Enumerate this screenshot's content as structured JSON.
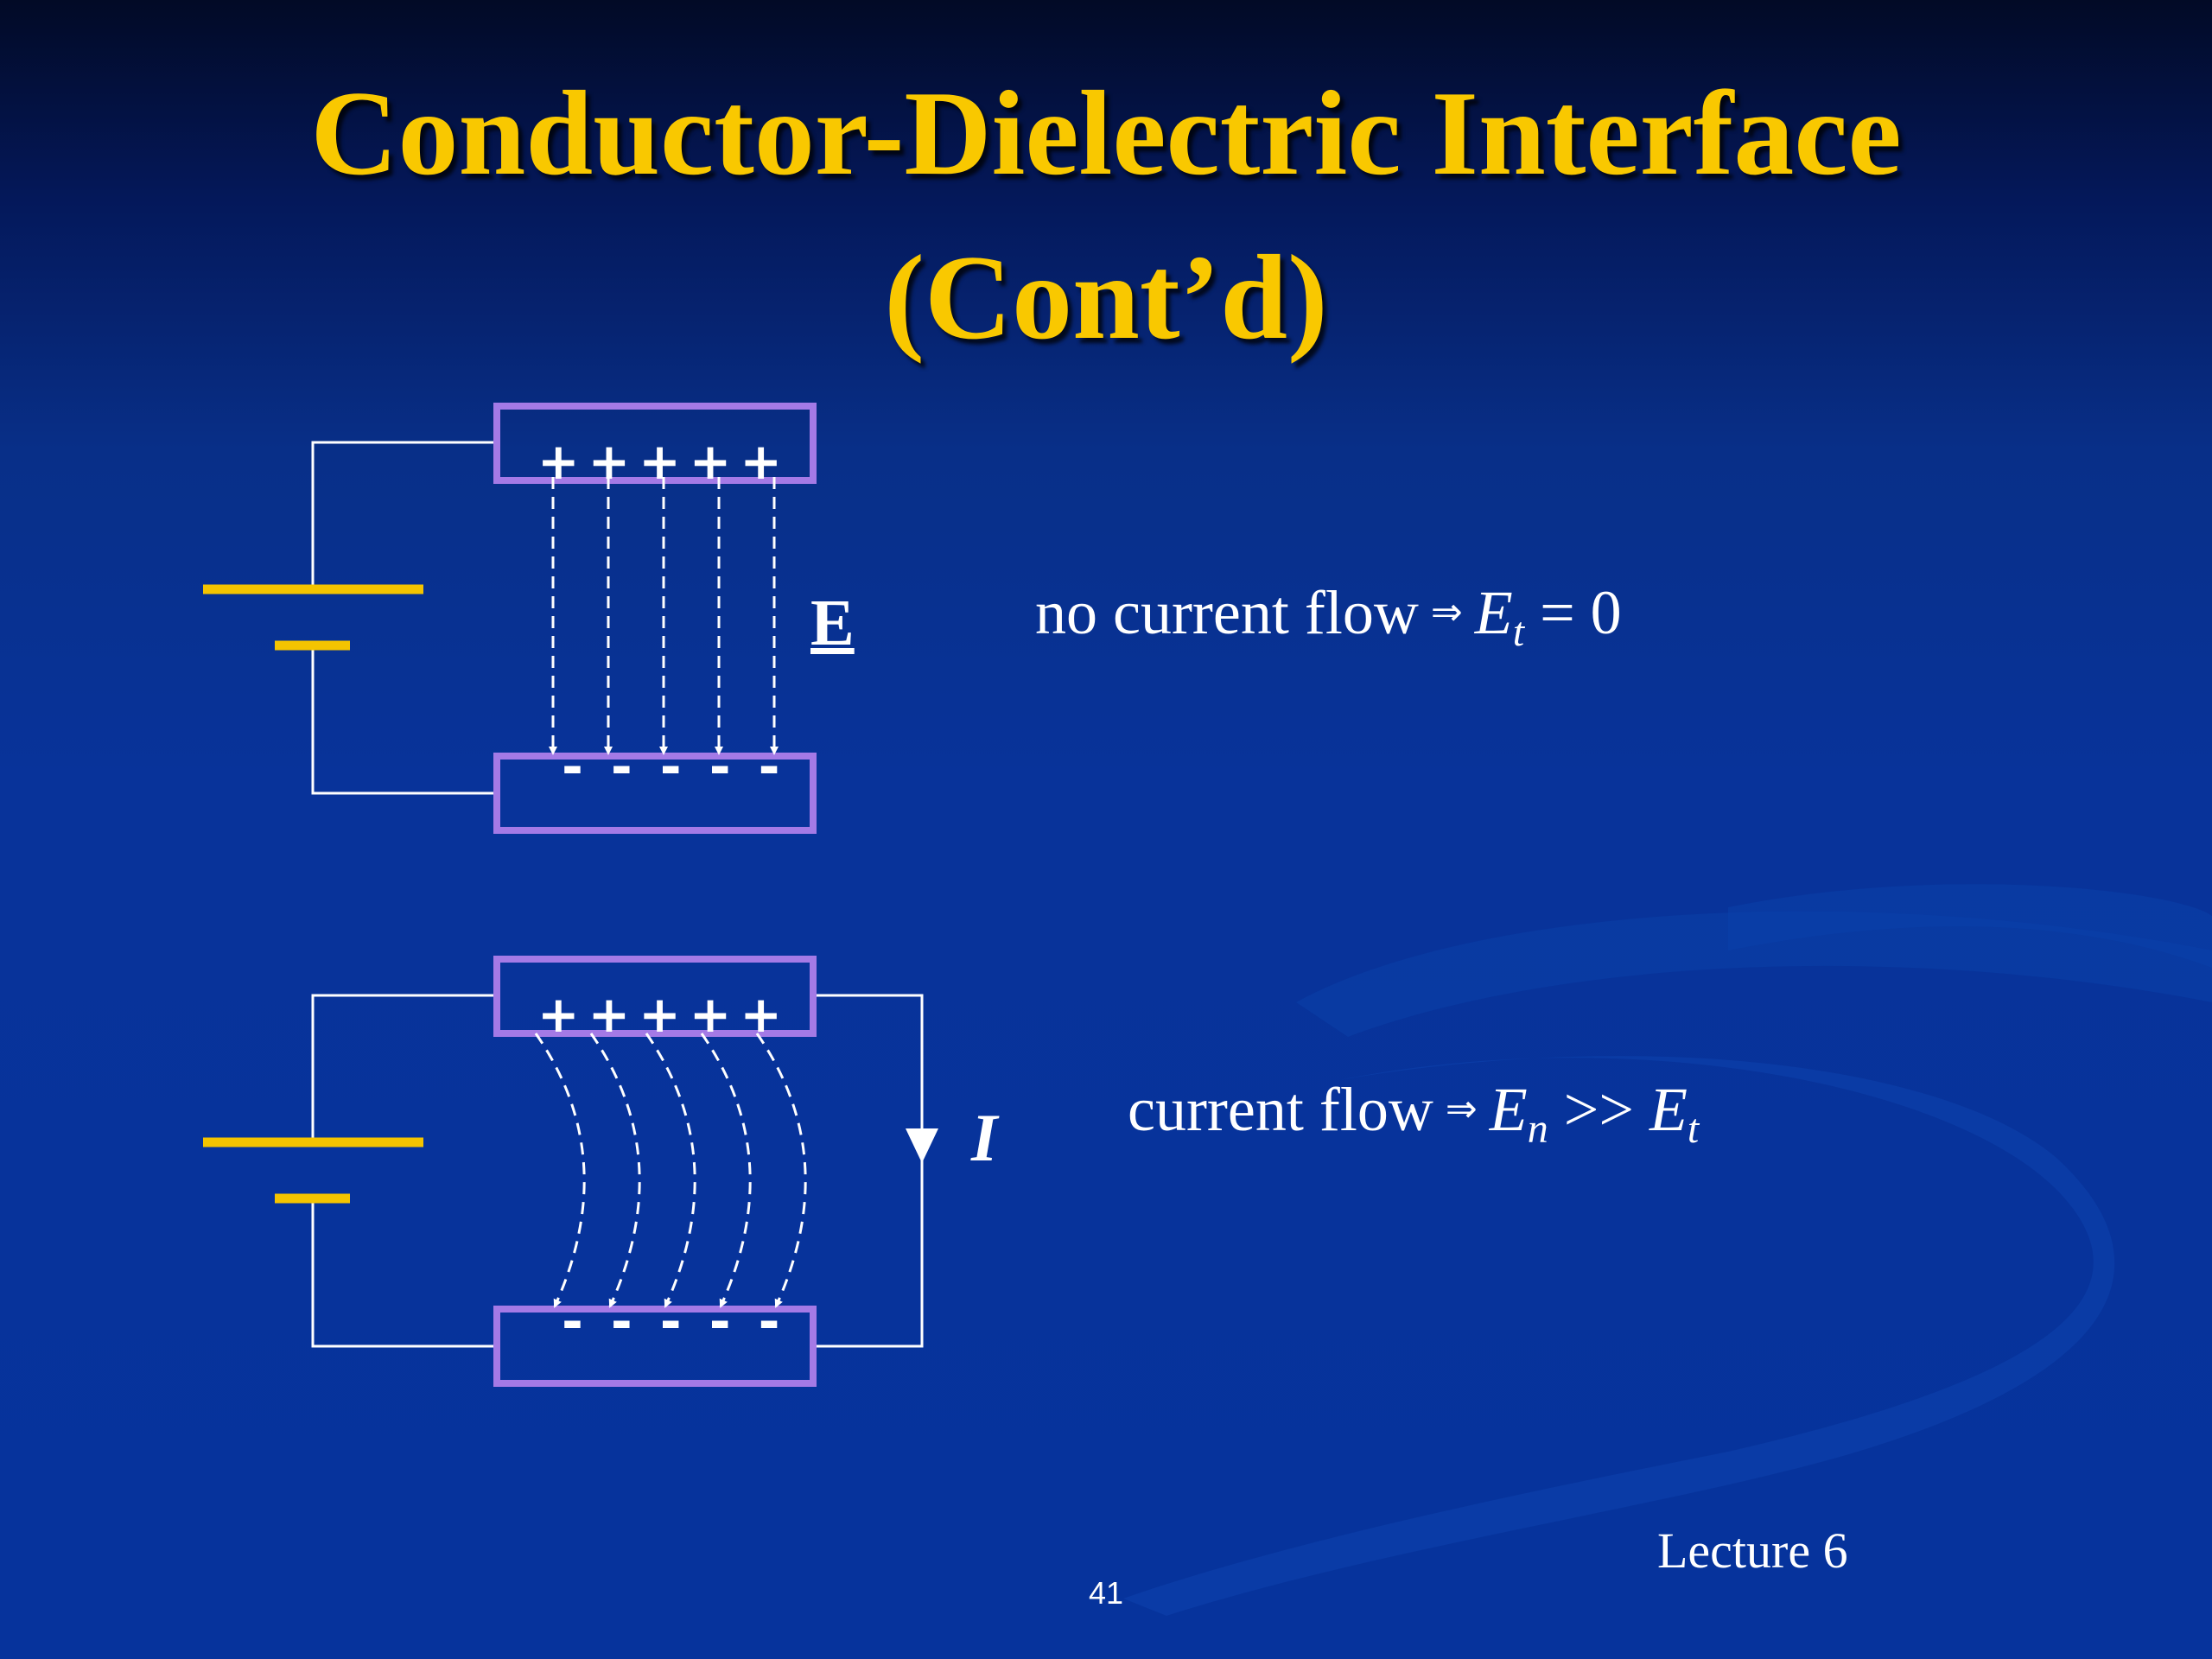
{
  "slide": {
    "title_line1": "Conductor-Dielectric Interface",
    "title_line2": "(Cont’d)",
    "footer": "Lecture 6",
    "page_number": "41"
  },
  "diagram_top": {
    "plate_top_charges": "+++++",
    "plate_bottom_charges": "-----",
    "field_label": "E",
    "equation": {
      "text": "no current flow",
      "arrow": "⇒",
      "lhs": "E",
      "lhs_sub": "t",
      "rhs": " = 0"
    }
  },
  "diagram_bottom": {
    "plate_top_charges": "+++++",
    "plate_bottom_charges": "-----",
    "current_label": "I",
    "equation": {
      "text": "current flow",
      "arrow": "⇒",
      "lhs": "E",
      "lhs_sub": "n",
      "op": " >> ",
      "rhs": "E",
      "rhs_sub": "t"
    }
  },
  "colors": {
    "title": "#f9c800",
    "battery": "#f4c400",
    "plate_border": "#a47ae6",
    "wire": "#ffffff"
  }
}
